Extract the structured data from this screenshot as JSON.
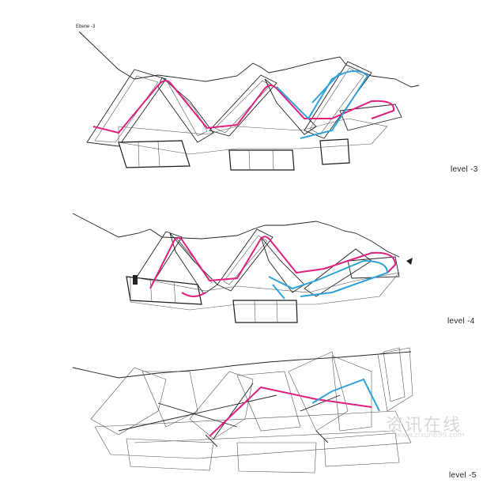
{
  "plan_tag": "Ebene -3",
  "levels": [
    {
      "label": "level -3"
    },
    {
      "label": "level   -4"
    },
    {
      "label": "level   -5"
    }
  ],
  "watermark": {
    "main": "资讯在线",
    "sub": "www.zixun699.com"
  },
  "colors": {
    "route_a": "#e0207f",
    "route_b": "#2ea3d6",
    "linework": "#222222"
  }
}
